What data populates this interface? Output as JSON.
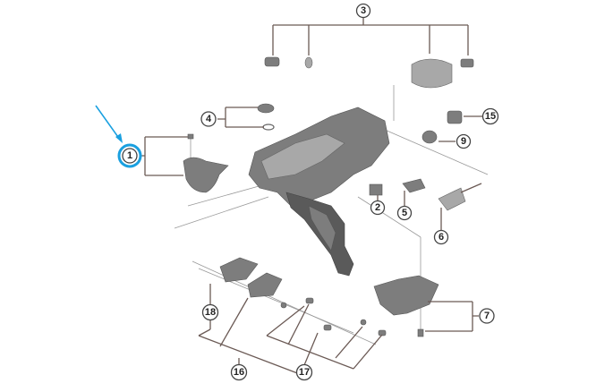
{
  "diagram": {
    "callouts": {
      "c1": "1",
      "c2": "2",
      "c3": "3",
      "c4": "4",
      "c5": "5",
      "c6": "6",
      "c7": "7",
      "c9": "9",
      "c15": "15",
      "c16": "16",
      "c17": "17",
      "c18": "18"
    },
    "highlight_color": "#1aa0e0",
    "highlighted_part": "1"
  }
}
